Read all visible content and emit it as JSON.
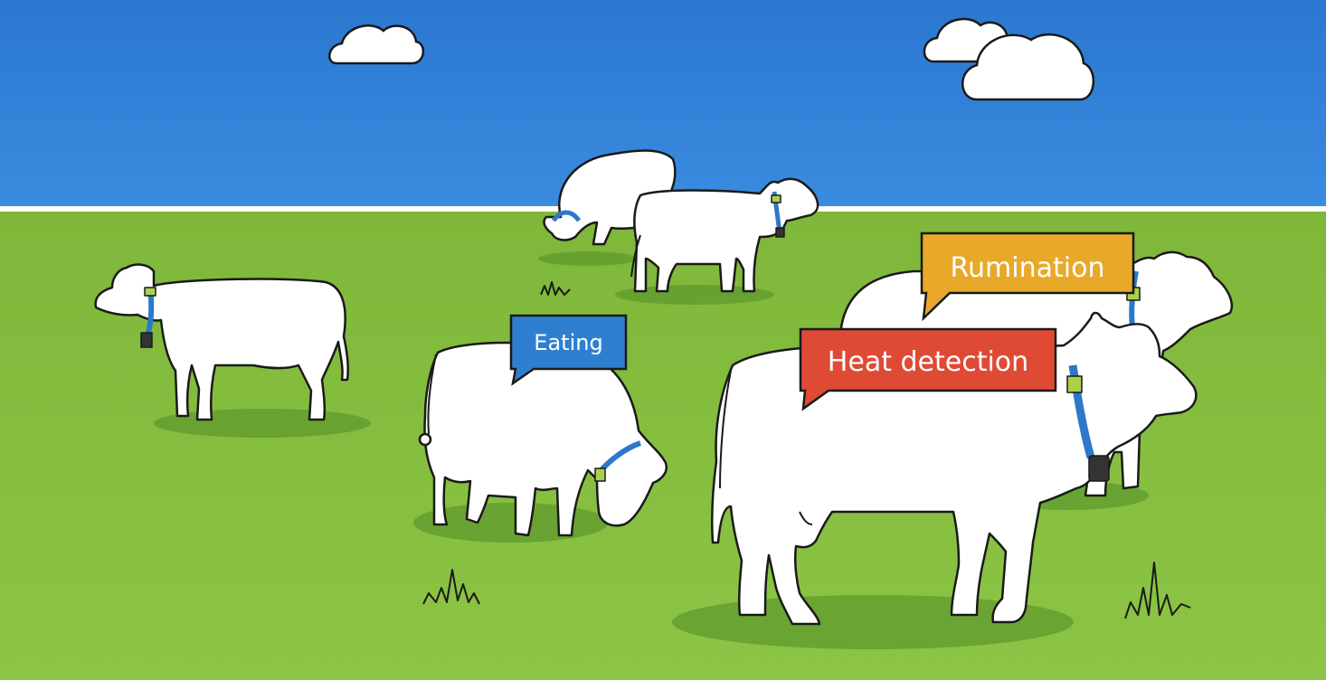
{
  "colors": {
    "sky": "#2f7fd6",
    "sky_light": "#3c8de0",
    "grass": "#84bb3d",
    "grass_light": "#8ec645",
    "shadow": "#5f9a2c",
    "cow": "#ffffff",
    "outline": "#1a1a1a",
    "collar": "#2d78c8",
    "collar_clip": "#a9d24a",
    "tag": "#333333",
    "eating_bubble": "#2f7fd0",
    "rumination_bubble": "#e8a92a",
    "heat_bubble": "#df4a35"
  },
  "labels": {
    "eating": "Eating",
    "rumination": "Rumination",
    "heat_detection": "Heat detection"
  },
  "icons": {
    "cloud": "cloud-icon",
    "grass": "grass-tuft-icon"
  }
}
